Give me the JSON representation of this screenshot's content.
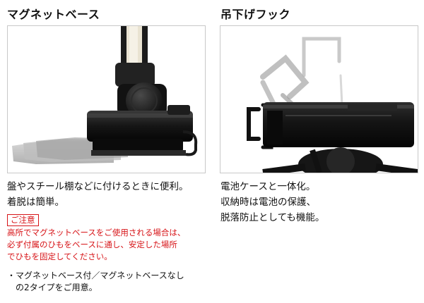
{
  "left": {
    "heading": "マグネットベース",
    "caption": [
      "盤やスチール棚などに付けるときに便利。",
      "着脱は簡単。"
    ],
    "caution_label": "ご注意",
    "caution_lines": [
      "高所でマグネットベースをご使用される場合は、",
      "必ず付属のひもをベースに通し、安定した場所",
      "でひもを固定してください。"
    ],
    "note_lines": [
      "・マグネットベース付／マグネットベースなし",
      "　の2タイプをご用意。"
    ]
  },
  "right": {
    "heading": "吊下げフック",
    "caption": [
      "電池ケースと一体化。",
      "収納時は電池の保護、",
      "脱落防止としても機能。"
    ]
  },
  "colors": {
    "caution_red": "#d71418",
    "product_black": "#1a1a1a",
    "panel_border": "#c8c8c8"
  }
}
